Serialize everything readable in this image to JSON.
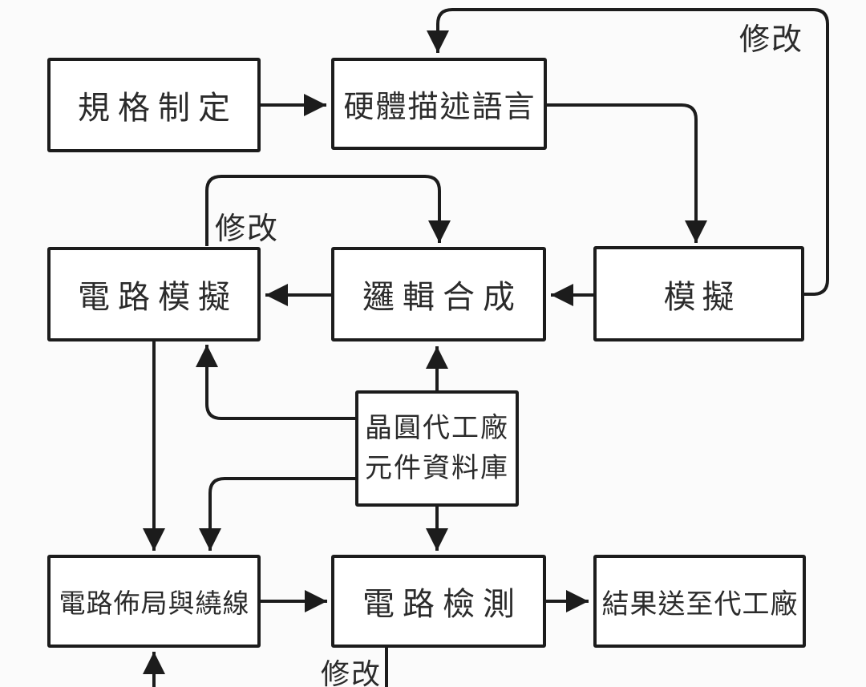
{
  "diagram": {
    "type": "flowchart",
    "language": "zh-TW",
    "nodes": {
      "spec": {
        "label": "規格制定"
      },
      "hdl": {
        "label": "硬體描述語言"
      },
      "circuit_sim": {
        "label": "電路模擬"
      },
      "logic_synth": {
        "label": "邏輯合成"
      },
      "sim": {
        "label": "模擬"
      },
      "foundry_db": {
        "label_line1": "晶圓代工廠",
        "label_line2": "元件資料庫"
      },
      "layout_routing": {
        "label": "電路佈局與繞線"
      },
      "circuit_test": {
        "label": "電路檢測"
      },
      "result": {
        "label": "結果送至代工廠"
      }
    },
    "edge_labels": {
      "modify_top": "修改",
      "modify_mid": "修改",
      "modify_bottom": "修改"
    },
    "edges": [
      {
        "from": "spec",
        "to": "hdl"
      },
      {
        "from": "hdl",
        "to": "sim"
      },
      {
        "from": "sim",
        "to": "hdl",
        "label": "修改"
      },
      {
        "from": "sim",
        "to": "logic_synth"
      },
      {
        "from": "logic_synth",
        "to": "circuit_sim"
      },
      {
        "from": "circuit_sim",
        "to": "logic_synth",
        "label": "修改"
      },
      {
        "from": "foundry_db",
        "to": "logic_synth"
      },
      {
        "from": "foundry_db",
        "to": "circuit_sim"
      },
      {
        "from": "foundry_db",
        "to": "layout_routing"
      },
      {
        "from": "circuit_sim",
        "to": "layout_routing"
      },
      {
        "from": "foundry_db",
        "to": "circuit_test"
      },
      {
        "from": "layout_routing",
        "to": "circuit_test"
      },
      {
        "from": "circuit_test",
        "to": "result"
      },
      {
        "from": "circuit_test",
        "to": "layout_routing",
        "label": "修改",
        "note": "clipped at bottom edge of image"
      }
    ]
  },
  "colors": {
    "background": "#fbfbfb",
    "box_fill": "#ffffff",
    "line": "#1c1c1c",
    "text": "#2b2b2b"
  }
}
